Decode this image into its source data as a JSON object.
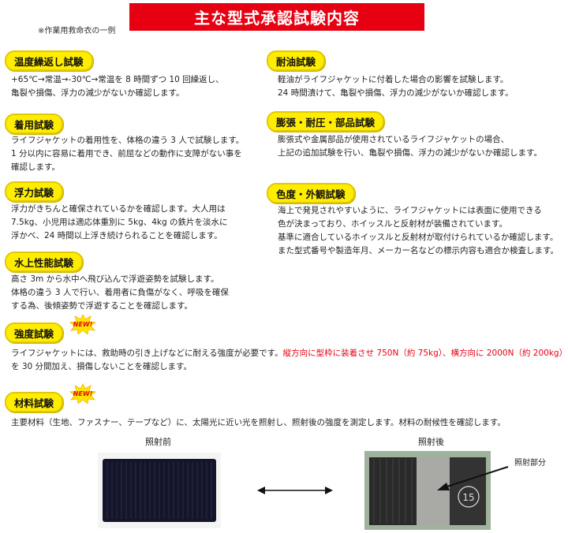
{
  "header": {
    "title": "主な型式承認試験内容",
    "note": "※作業用救命衣の一例"
  },
  "left": {
    "s1": {
      "title": "温度繰返し試験",
      "lines": [
        "+65℃→常温→-30℃→常温を 8 時間ずつ 10 回繰返し、",
        "亀裂や損傷、浮力の減少がないか確認します。"
      ]
    },
    "s2": {
      "title": "着用試験",
      "lines": [
        "ライフジャケットの着用性を、体格の違う 3 人で試験します。",
        "1 分以内に容易に着用でき、前屈などの動作に支障がない事を",
        "確認します。"
      ]
    },
    "s3": {
      "title": "浮力試験",
      "lines": [
        "浮力がきちんと確保されているかを確認します。大人用は",
        "7.5kg、小児用は適応体重別に 5kg、4kg の鉄片を淡水に",
        "浮かべ、24 時間以上浮き続けられることを確認します。"
      ]
    },
    "s4": {
      "title": "水上性能試験",
      "lines": [
        "高さ 3m から水中へ飛び込んで浮遊姿勢を試験します。",
        "体格の違う 3 人で行い、着用者に負傷がなく、呼吸を確保",
        "する為、後傾姿勢で浮遊することを確認します。"
      ]
    }
  },
  "right": {
    "s1": {
      "title": "耐油試験",
      "lines": [
        "軽油がライフジャケットに付着した場合の影響を試験します。",
        "24 時間漬けて、亀裂や損傷、浮力の減少がないか確認します。"
      ]
    },
    "s2": {
      "title": "膨張・耐圧・部品試験",
      "lines": [
        "膨張式や金属部品が使用されているライフジャケットの場合、",
        "上記の追加試験を行い、亀裂や損傷、浮力の減少がないか確認します。"
      ]
    },
    "s3": {
      "title": "色度・外観試験",
      "lines": [
        "海上で発見されやすいように、ライフジャケットには表面に使用できる",
        "色が決まっており、ホイッスルと反射材が装備されています。",
        "基準に適合しているホイッスルと反射材が取付けられているか確認します。",
        "また型式番号や製造年月、メーカー名などの標示内容も適合か検査します。"
      ]
    }
  },
  "strength": {
    "title": "強度試験",
    "new_label": "NEW!",
    "line1_pre": "ライフジャケットには、救助時の引き上げなどに耐える強度が必要です。",
    "line1_red": "縦方向に型枠に装着させ 750N（約 75kg）、横方向に 2000N（約 200kg）",
    "line2": "を 30 分間加え、損傷しないことを確認します。"
  },
  "material": {
    "title": "材料試験",
    "new_label": "NEW!",
    "line": "主要材料（生地、ファスナー、テープなど）に、太陽光に近い光を照射し、照射後の強度を測定します。材料の耐候性を確認します。"
  },
  "photos": {
    "before_caption": "照射前",
    "after_caption": "照射後",
    "irradiated_label": "照射部分",
    "sample_number": "15"
  },
  "colors": {
    "header_red": "#e60012",
    "badge_yellow": "#ffed00"
  }
}
